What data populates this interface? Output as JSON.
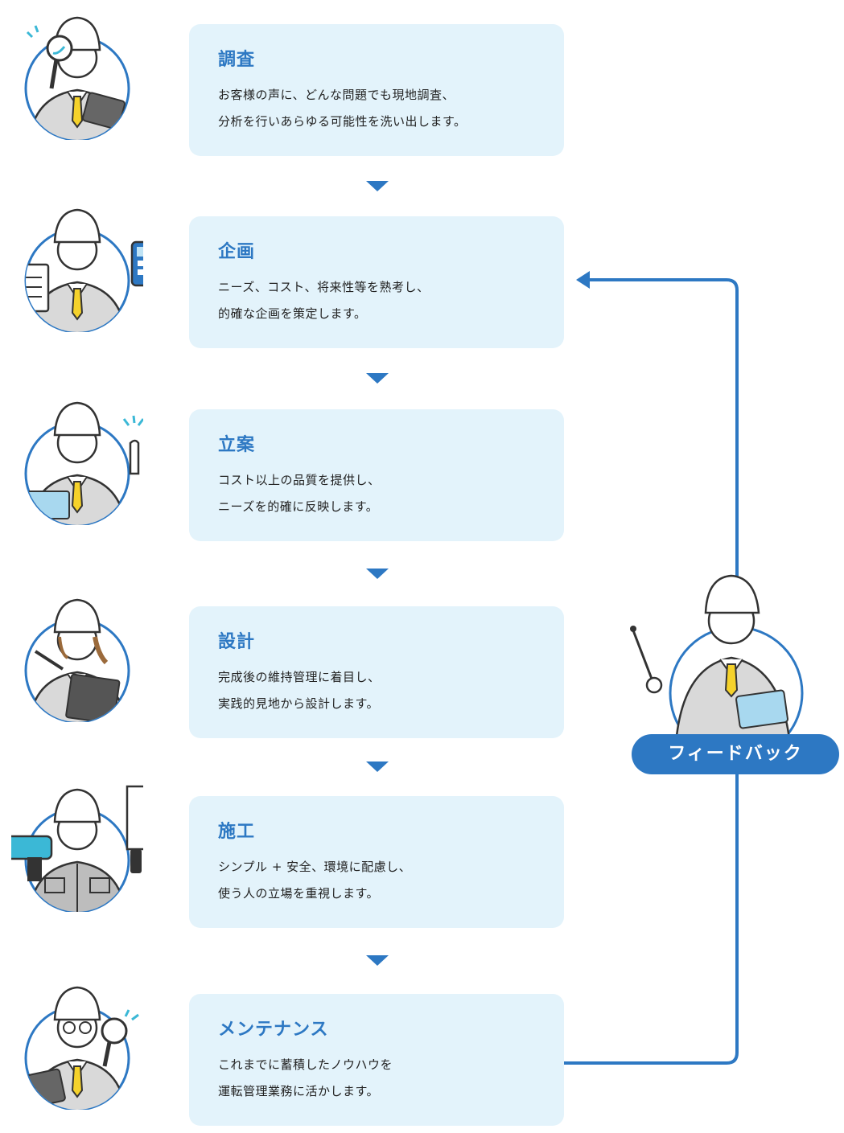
{
  "steps": [
    {
      "title": "調査",
      "body": "お客様の声に、どんな問題でも現地調査、\n分析を行いあらゆる可能性を洗い出します。",
      "tool": "magnifier"
    },
    {
      "title": "企画",
      "body": "ニーズ、コスト、将来性等を熟考し、\n的確な企画を策定します。",
      "tool": "calculator"
    },
    {
      "title": "立案",
      "body": "コスト以上の品質を提供し、\nニーズを的確に反映します。",
      "tool": "pointing-finger"
    },
    {
      "title": "設計",
      "body": "完成後の維持管理に着目し、\n実践的見地から設計します。",
      "tool": "clipboard"
    },
    {
      "title": "施工",
      "body": "シンプル + 安全、環境に配慮し、\n使う人の立場を重視します。",
      "tool": "drill-and-saw"
    },
    {
      "title": "メンテナンス",
      "body": "これまでに蓄積したノウハウを\n運転管理業務に活かします。",
      "tool": "magnifier"
    }
  ],
  "feedback": {
    "label": "フィードバック"
  },
  "colors": {
    "accent": "#2d78c3",
    "card_bg": "#e3f3fb",
    "text": "#222222",
    "helmet": "#ffffff",
    "uniform": "#d9d9d9",
    "tie": "#f5d22b"
  }
}
